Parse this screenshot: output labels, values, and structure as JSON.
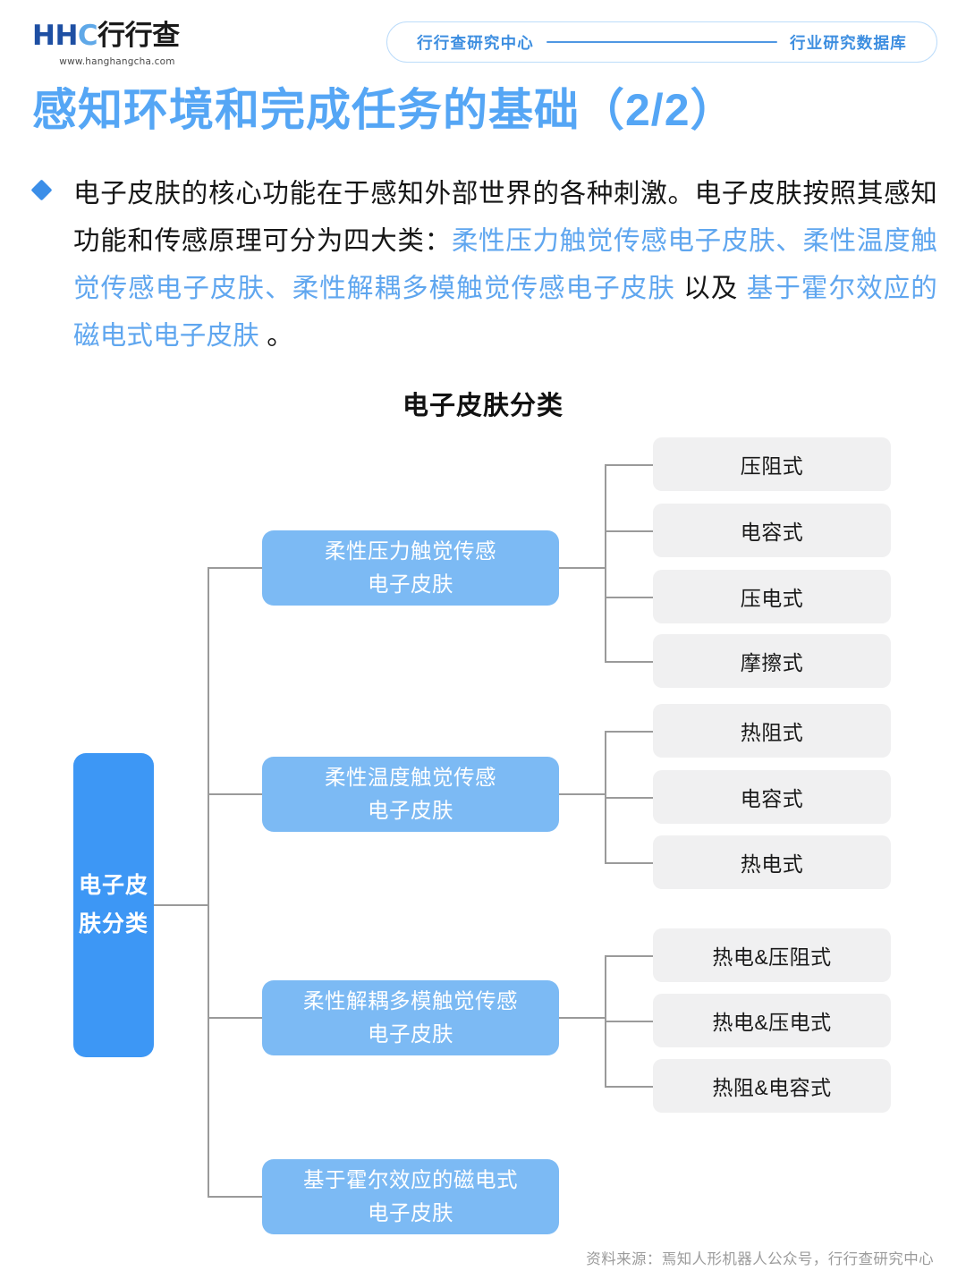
{
  "header": {
    "logo": {
      "mark_left": "HH",
      "mark_right": "C",
      "brand": "行行查",
      "url": "www.hanghangcha.com"
    },
    "pill_left": "行行查研究中心",
    "pill_right": "行业研究数据库"
  },
  "title": "感知环境和完成任务的基础（2/2）",
  "paragraph": {
    "segments": [
      {
        "text": "电子皮肤的核心功能在于感知外部世界的各种刺激。电子皮肤按照其感知功能和传感原理可分为四大类：",
        "highlight": false
      },
      {
        "text": "柔性压力触觉传感电子皮肤、柔性温度触觉传感电子皮肤、柔性解耦多模触觉传感电子皮肤",
        "highlight": true
      },
      {
        "text": " 以及 ",
        "highlight": false
      },
      {
        "text": "基于霍尔效应的磁电式电子皮肤",
        "highlight": true
      },
      {
        "text": " 。",
        "highlight": false
      }
    ]
  },
  "chart_data": {
    "type": "diagram",
    "title": "电子皮肤分类",
    "root": "电子皮肤分类",
    "branches": [
      {
        "label": "柔性压力触觉传感电子皮肤",
        "line1": "柔性压力触觉传感",
        "line2": "电子皮肤",
        "children": [
          "压阻式",
          "电容式",
          "压电式",
          "摩擦式"
        ]
      },
      {
        "label": "柔性温度触觉传感电子皮肤",
        "line1": "柔性温度触觉传感",
        "line2": "电子皮肤",
        "children": [
          "热阻式",
          "电容式",
          "热电式"
        ]
      },
      {
        "label": "柔性解耦多模触觉传感电子皮肤",
        "line1": "柔性解耦多模触觉传感",
        "line2": "电子皮肤",
        "children": [
          "热电&压阻式",
          "热电&压电式",
          "热阻&电容式"
        ]
      },
      {
        "label": "基于霍尔效应的磁电式电子皮肤",
        "line1": "基于霍尔效应的磁电式",
        "line2": "电子皮肤",
        "children": []
      }
    ]
  },
  "footer": "资料来源：焉知人形机器人公众号，行行查研究中心",
  "colors": {
    "title_blue": "#55a6f5",
    "root_blue": "#3d97f5",
    "branch_blue": "#7cbaf4",
    "leaf_gray": "#f0f0f1",
    "highlight_blue": "#5fa6ef",
    "connector": "#9a9a9a"
  }
}
